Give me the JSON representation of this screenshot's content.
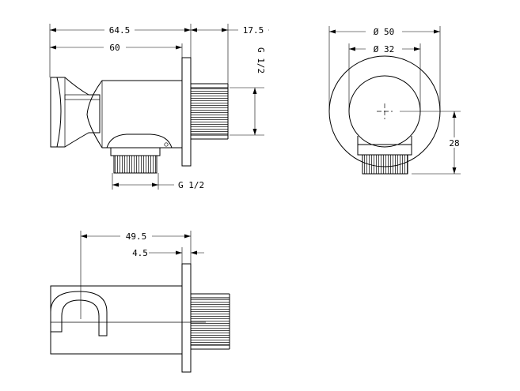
{
  "dimensions": {
    "side_total_length": "64.5",
    "side_body_length": "60",
    "side_thread_length": "17.5",
    "side_thread_top": "G 1/2",
    "side_thread_bottom": "G 1/2",
    "front_outer_diameter": "Ø 50",
    "front_inner_diameter": "Ø 32",
    "front_height": "28",
    "top_length": "49.5",
    "top_offset": "4.5"
  }
}
